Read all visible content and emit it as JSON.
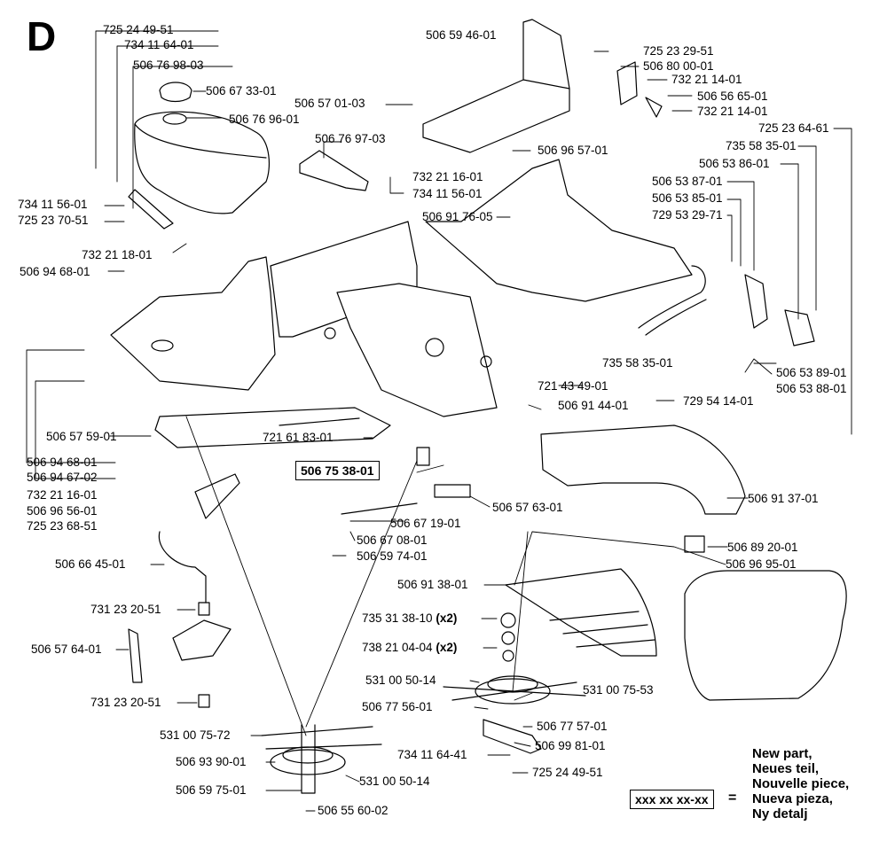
{
  "section_letter": "D",
  "labels": [
    "725 24 49-51",
    "734 11 64-01",
    "506 76 98-03",
    "506 67 33-01",
    "506 76 96-01",
    "506 76 97-03",
    "734 11 56-01",
    "725 23 70-51",
    "732 21 18-01",
    "506 94 68-01",
    "732 21 16-01",
    "734 11 56-01",
    "506 59 46-01",
    "506 57 01-03",
    "725 23 29-51",
    "506 80 00-01",
    "732 21 14-01",
    "506 56 65-01",
    "732 21 14-01",
    "725 23 64-61",
    "735 58 35-01",
    "506 53 86-01",
    "506 96 57-01",
    "506 53 87-01",
    "506 53 85-01",
    "729 53 29-71",
    "506 91 76-05",
    "735 58 35-01",
    "506 53 89-01",
    "506 53 88-01",
    "721 43 49-01",
    "729 54 14-01",
    "506 91 44-01",
    "506 57 59-01",
    "721 61 83-01",
    "506 94 68-01",
    "506 94 67-02",
    "732 21 16-01",
    "506 96 56-01",
    "725 23 68-51",
    "506 67 19-01",
    "506 57 63-01",
    "506 67 08-01",
    "506 59 74-01",
    "506 91 37-01",
    "506 66 45-01",
    "506 91 38-01",
    "506 89 20-01",
    "506 96 95-01",
    "731 23 20-51",
    "735 31 38-10",
    "738 21 04-04",
    "506 57 64-01",
    "531 00 50-14",
    "531 00 75-53",
    "506 77 56-01",
    "506 77 57-01",
    "731 23 20-51",
    "506 99 81-01",
    "531 00 75-72",
    "734 11 64-41",
    "725 24 49-51",
    "506 93 90-01",
    "531 00 50-14",
    "506 59 75-01",
    "506 55 60-02"
  ],
  "quantity_suffix": "(x2)",
  "highlighted_part": "506 75 38-01",
  "legend": {
    "placeholder": "xxx xx xx-xx",
    "equals": "=",
    "lines": [
      "New part,",
      "Neues teil,",
      "Nouvelle piece,",
      "Nueva pieza,",
      "Ny detalj"
    ]
  }
}
